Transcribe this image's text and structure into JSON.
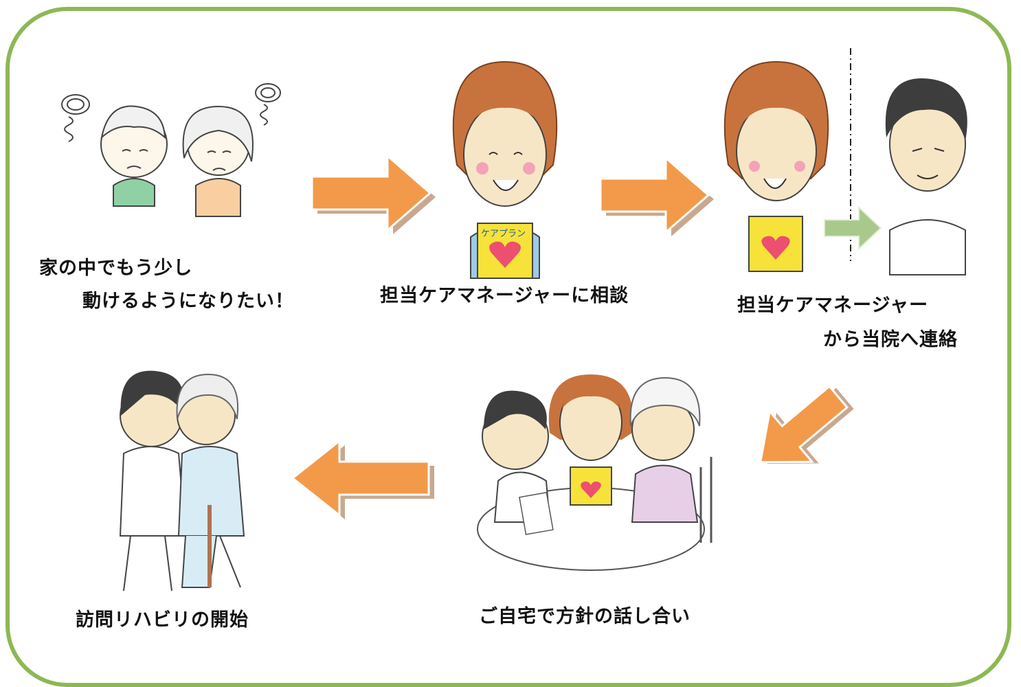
{
  "colors": {
    "frame": "#8db854",
    "arrow_main": "#f39a4a",
    "arrow_minor": "#a9c98c",
    "hair_brown": "#c8733d",
    "hair_dark": "#3d3d3d",
    "skin": "#f7e6c6",
    "card": "#f7e23a",
    "heart": "#ec4f6f"
  },
  "steps": [
    {
      "lines": [
        "家の中でもう少し",
        "動けるようになりたい！"
      ]
    },
    {
      "lines": [
        "担当ケアマネージャーに相談"
      ]
    },
    {
      "lines": [
        "担当ケアマネージャー",
        "から当院へ連絡"
      ]
    },
    {
      "lines": [
        "ご自宅で方針の話し合い"
      ]
    },
    {
      "lines": [
        "訪問リハビリの開始"
      ]
    }
  ],
  "card_label": "ケアプラン",
  "icons": [
    "worry-swirl-icon",
    "arrow-right-icon",
    "arrow-down-left-icon",
    "arrow-left-icon",
    "heart-icon"
  ]
}
